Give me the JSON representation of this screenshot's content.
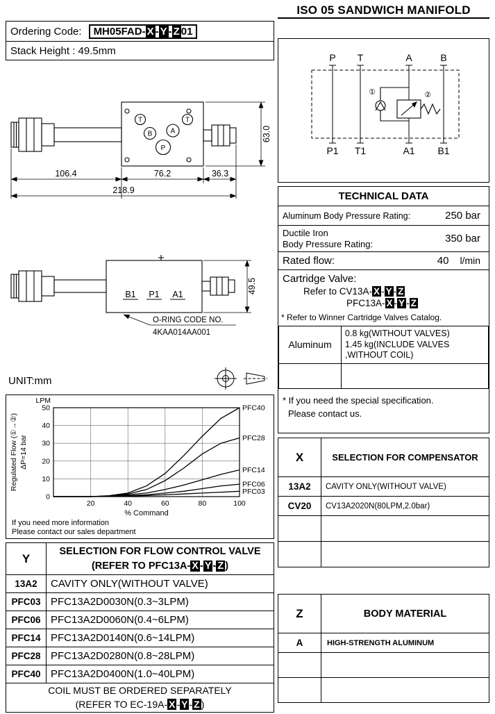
{
  "page": {
    "title": "ISO 05 SANDWICH MANIFOLD",
    "unit_label": "UNIT:mm"
  },
  "ordering": {
    "label": "Ordering Code:",
    "code_prefix": "MH05FAD-",
    "sep": "-",
    "x": "X",
    "y": "Y",
    "z": "Z",
    "code_suffix": "01",
    "stack_height": "Stack Height : 49.5mm"
  },
  "drawing1": {
    "ports": [
      "T",
      "T",
      "B",
      "A",
      "P"
    ],
    "dim_left": "106.4",
    "dim_mid": "76.2",
    "dim_right": "36.3",
    "dim_total": "218.9",
    "dim_height": "63.0"
  },
  "drawing2": {
    "port_labels": [
      "B1",
      "P1",
      "A1"
    ],
    "dim_height": "49.5",
    "oring_line1": "O-RING CODE NO.",
    "oring_line2": "4KAA014AA001"
  },
  "schematic": {
    "top_ports": [
      "P",
      "T",
      "A",
      "B"
    ],
    "bottom_ports": [
      "P1",
      "T1",
      "A1",
      "B1"
    ],
    "marker1": "①",
    "marker2": "②"
  },
  "technical_data": {
    "title": "TECHNICAL DATA",
    "row1_label": "Aluminum Body Pressure Rating:",
    "row1_value": "250 bar",
    "row2_label_line1": "Ductile Iron",
    "row2_label_line2": "Body Pressure Rating:",
    "row2_value": "350 bar",
    "row3_label": "Rated flow:",
    "row3_value": "40",
    "row3_unit": "l/min",
    "cartridge_line1": "Cartridge Valve:",
    "cartridge_line2_prefix": "Refer to CV13A-",
    "cartridge_line3_prefix": "PFC13A-",
    "catalog_note": "* Refer to Winner Cartridge Valves Catalog.",
    "weight_material": "Aluminum",
    "weight_line1": "0.8  kg(WITHOUT VALVES)",
    "weight_line2": "1.45 kg(INCLUDE VALVES",
    "weight_line3": ",WITHOUT COIL)",
    "spec_note_line1": "* If you need the special specification.",
    "spec_note_line2": "Please contact us."
  },
  "chart_notes": {
    "line1": "If you need more information",
    "line2": "Please contact our sales department"
  },
  "x_table": {
    "key": "X",
    "title": "SELECTION FOR COMPENSATOR",
    "rows": [
      {
        "code": "13A2",
        "desc": "CAVITY ONLY(WITHOUT VALVE)"
      },
      {
        "code": "CV20",
        "desc": "CV13A2020N(80LPM,2.0bar)"
      }
    ]
  },
  "y_table": {
    "key": "Y",
    "title_line1": "SELECTION FOR FLOW CONTROL VALVE",
    "title_line2_prefix": "(REFER TO PFC13A-",
    "title_line2_suffix": ")",
    "rows": [
      {
        "code": "13A2",
        "desc": "CAVITY ONLY(WITHOUT VALVE)"
      },
      {
        "code": "PFC03",
        "desc": "PFC13A2D0030N(0.3~3LPM)"
      },
      {
        "code": "PFC06",
        "desc": "PFC13A2D0060N(0.4~6LPM)"
      },
      {
        "code": "PFC14",
        "desc": "PFC13A2D0140N(0.6~14LPM)"
      },
      {
        "code": "PFC28",
        "desc": "PFC13A2D0280N(0.8~28LPM)"
      },
      {
        "code": "PFC40",
        "desc": "PFC13A2D0400N(1.0~40LPM)"
      }
    ],
    "footer_line1": "COIL MUST BE ORDERED SEPARATELY",
    "footer_line2_prefix": "(REFER TO EC-19A-",
    "footer_line2_suffix": ")"
  },
  "z_table": {
    "key": "Z",
    "title": "BODY MATERIAL",
    "rows": [
      {
        "code": "A",
        "desc": "HIGH-STRENGTH ALUMINUM"
      }
    ]
  },
  "chart_data": {
    "type": "line",
    "title": "",
    "xlabel": "% Command",
    "ylabel_line1": "Regulated Flow (①→②)",
    "ylabel_line2": "ΔP=14 bar",
    "unit_label": "LPM",
    "xlim": [
      0,
      100
    ],
    "ylim": [
      0,
      50
    ],
    "xticks": [
      20,
      40,
      60,
      80,
      100
    ],
    "yticks": [
      0,
      10,
      20,
      30,
      40,
      50
    ],
    "grid": true,
    "legend_position": "right-of-curves",
    "x": [
      0,
      10,
      20,
      30,
      40,
      50,
      60,
      70,
      80,
      90,
      100
    ],
    "series": [
      {
        "name": "PFC40",
        "values": [
          0,
          0,
          0,
          0.5,
          2,
          6,
          13,
          23,
          34,
          44,
          50
        ]
      },
      {
        "name": "PFC28",
        "values": [
          0,
          0,
          0,
          0.4,
          1.5,
          4,
          9,
          16,
          24,
          30,
          33
        ]
      },
      {
        "name": "PFC14",
        "values": [
          0,
          0,
          0,
          0.3,
          1,
          2,
          4,
          6.5,
          9.5,
          12.5,
          15
        ]
      },
      {
        "name": "PFC06",
        "values": [
          0,
          0,
          0,
          0.2,
          0.5,
          1,
          2,
          3,
          4.5,
          6,
          7
        ]
      },
      {
        "name": "PFC03",
        "values": [
          0,
          0,
          0,
          0.1,
          0.3,
          0.6,
          1,
          1.5,
          2,
          2.5,
          3
        ]
      }
    ]
  }
}
